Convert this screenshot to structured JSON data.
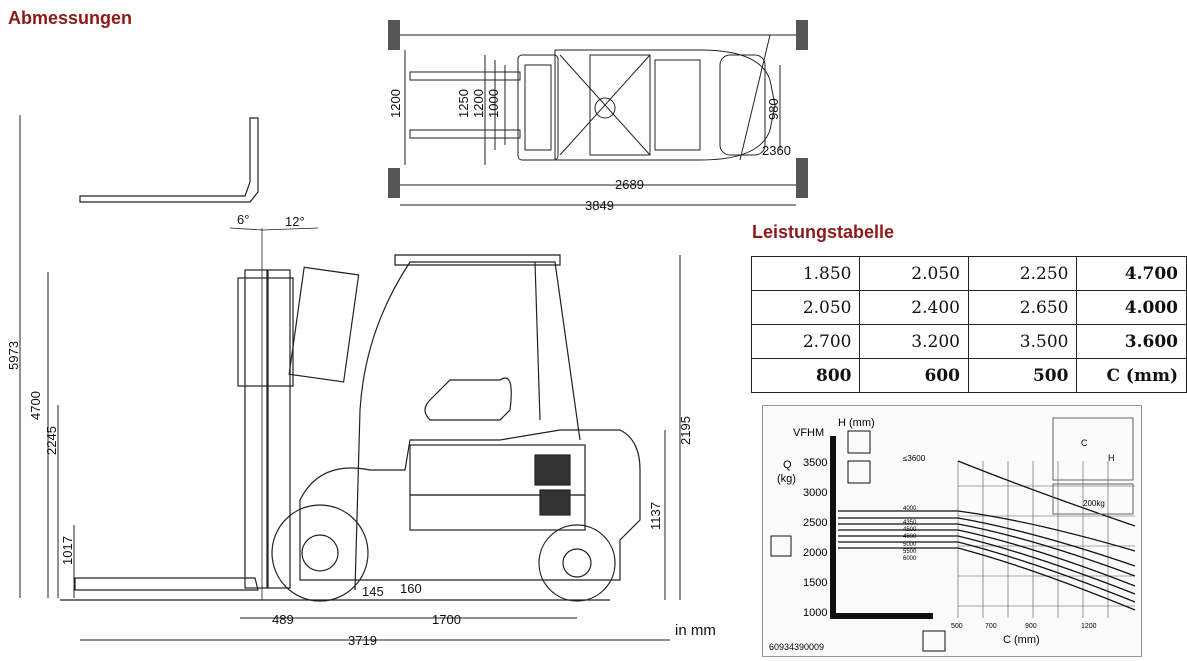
{
  "headings": {
    "dimensions": "Abmessungen",
    "performance": "Leistungstabelle"
  },
  "unit_label": "in mm",
  "top_view": {
    "dims": [
      "1200",
      "1250",
      "1200",
      "1000",
      "980",
      "2360",
      "2689",
      "3849"
    ]
  },
  "side_view": {
    "angles": [
      "6°",
      "12°"
    ],
    "dims_left": [
      "5973",
      "4700",
      "2245",
      "1017"
    ],
    "dims_right": [
      "2195",
      "1137"
    ],
    "dims_bottom": [
      "145",
      "160",
      "489",
      "1700",
      "3719"
    ]
  },
  "performance_table": {
    "rows": [
      [
        "1.850",
        "2.050",
        "2.250",
        "4.700"
      ],
      [
        "2.050",
        "2.400",
        "2.650",
        "4.000"
      ],
      [
        "2.700",
        "3.200",
        "3.500",
        "3.600"
      ],
      [
        "800",
        "600",
        "500",
        "C (mm)"
      ]
    ]
  },
  "load_diagram": {
    "vfhm_label": "VFHM",
    "h_label": "H (mm)",
    "q_label": "Q",
    "kg_label": "(kg)",
    "c_label": "C (mm)",
    "h_marker": "≤3600",
    "y_ticks": [
      "3500",
      "3000",
      "2500",
      "2000",
      "1500",
      "1000"
    ],
    "x_ticks": [
      "500",
      "700",
      "900",
      "1200"
    ],
    "curve_labels": [
      "4000",
      "4350",
      "4500",
      "4800",
      "5000",
      "5500",
      "6000"
    ],
    "warning_label": "200kg",
    "part_number": "60934390009",
    "inset_letters": [
      "C",
      "H"
    ]
  }
}
